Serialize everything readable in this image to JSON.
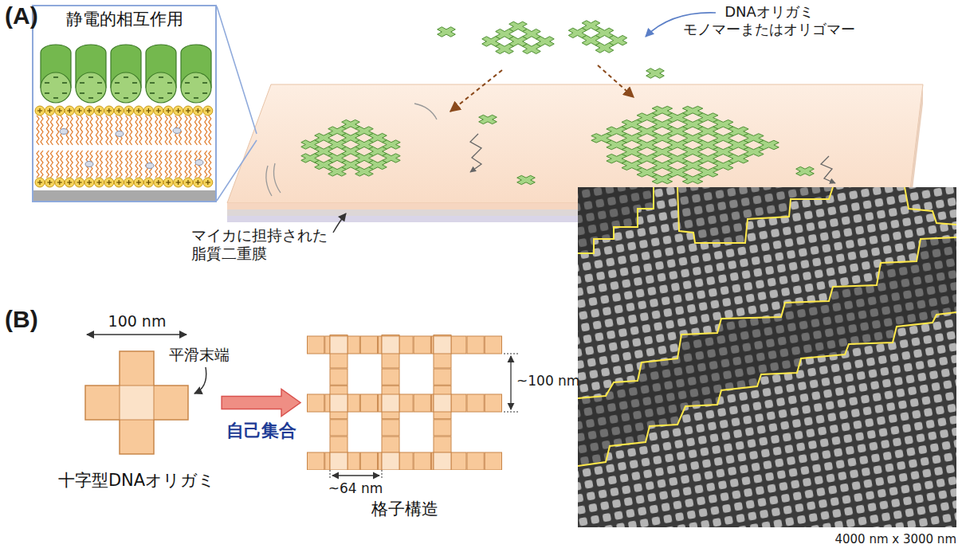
{
  "diagram": {
    "nodes": [
      {
        "text": [
          "静電的相互作用"
        ]
      },
      {
        "text": [
          "十字型DNAオリガミ"
        ]
      },
      {
        "text": [
          "格子構造"
        ]
      }
    ],
    "edges": [
      {
        "from": 1,
        "to": 2,
        "arrow": "to",
        "label": "自己集合"
      }
    ],
    "labels": [
      "(A)",
      "DNAオリガミ モノマーまたはオリゴマー",
      "マイカに担持された 脂質二重膜",
      "(B)",
      "100 nm",
      "平滑末端",
      "~100 nm",
      "~64 nm",
      "4000 nm x 3000 nm"
    ]
  }
}
